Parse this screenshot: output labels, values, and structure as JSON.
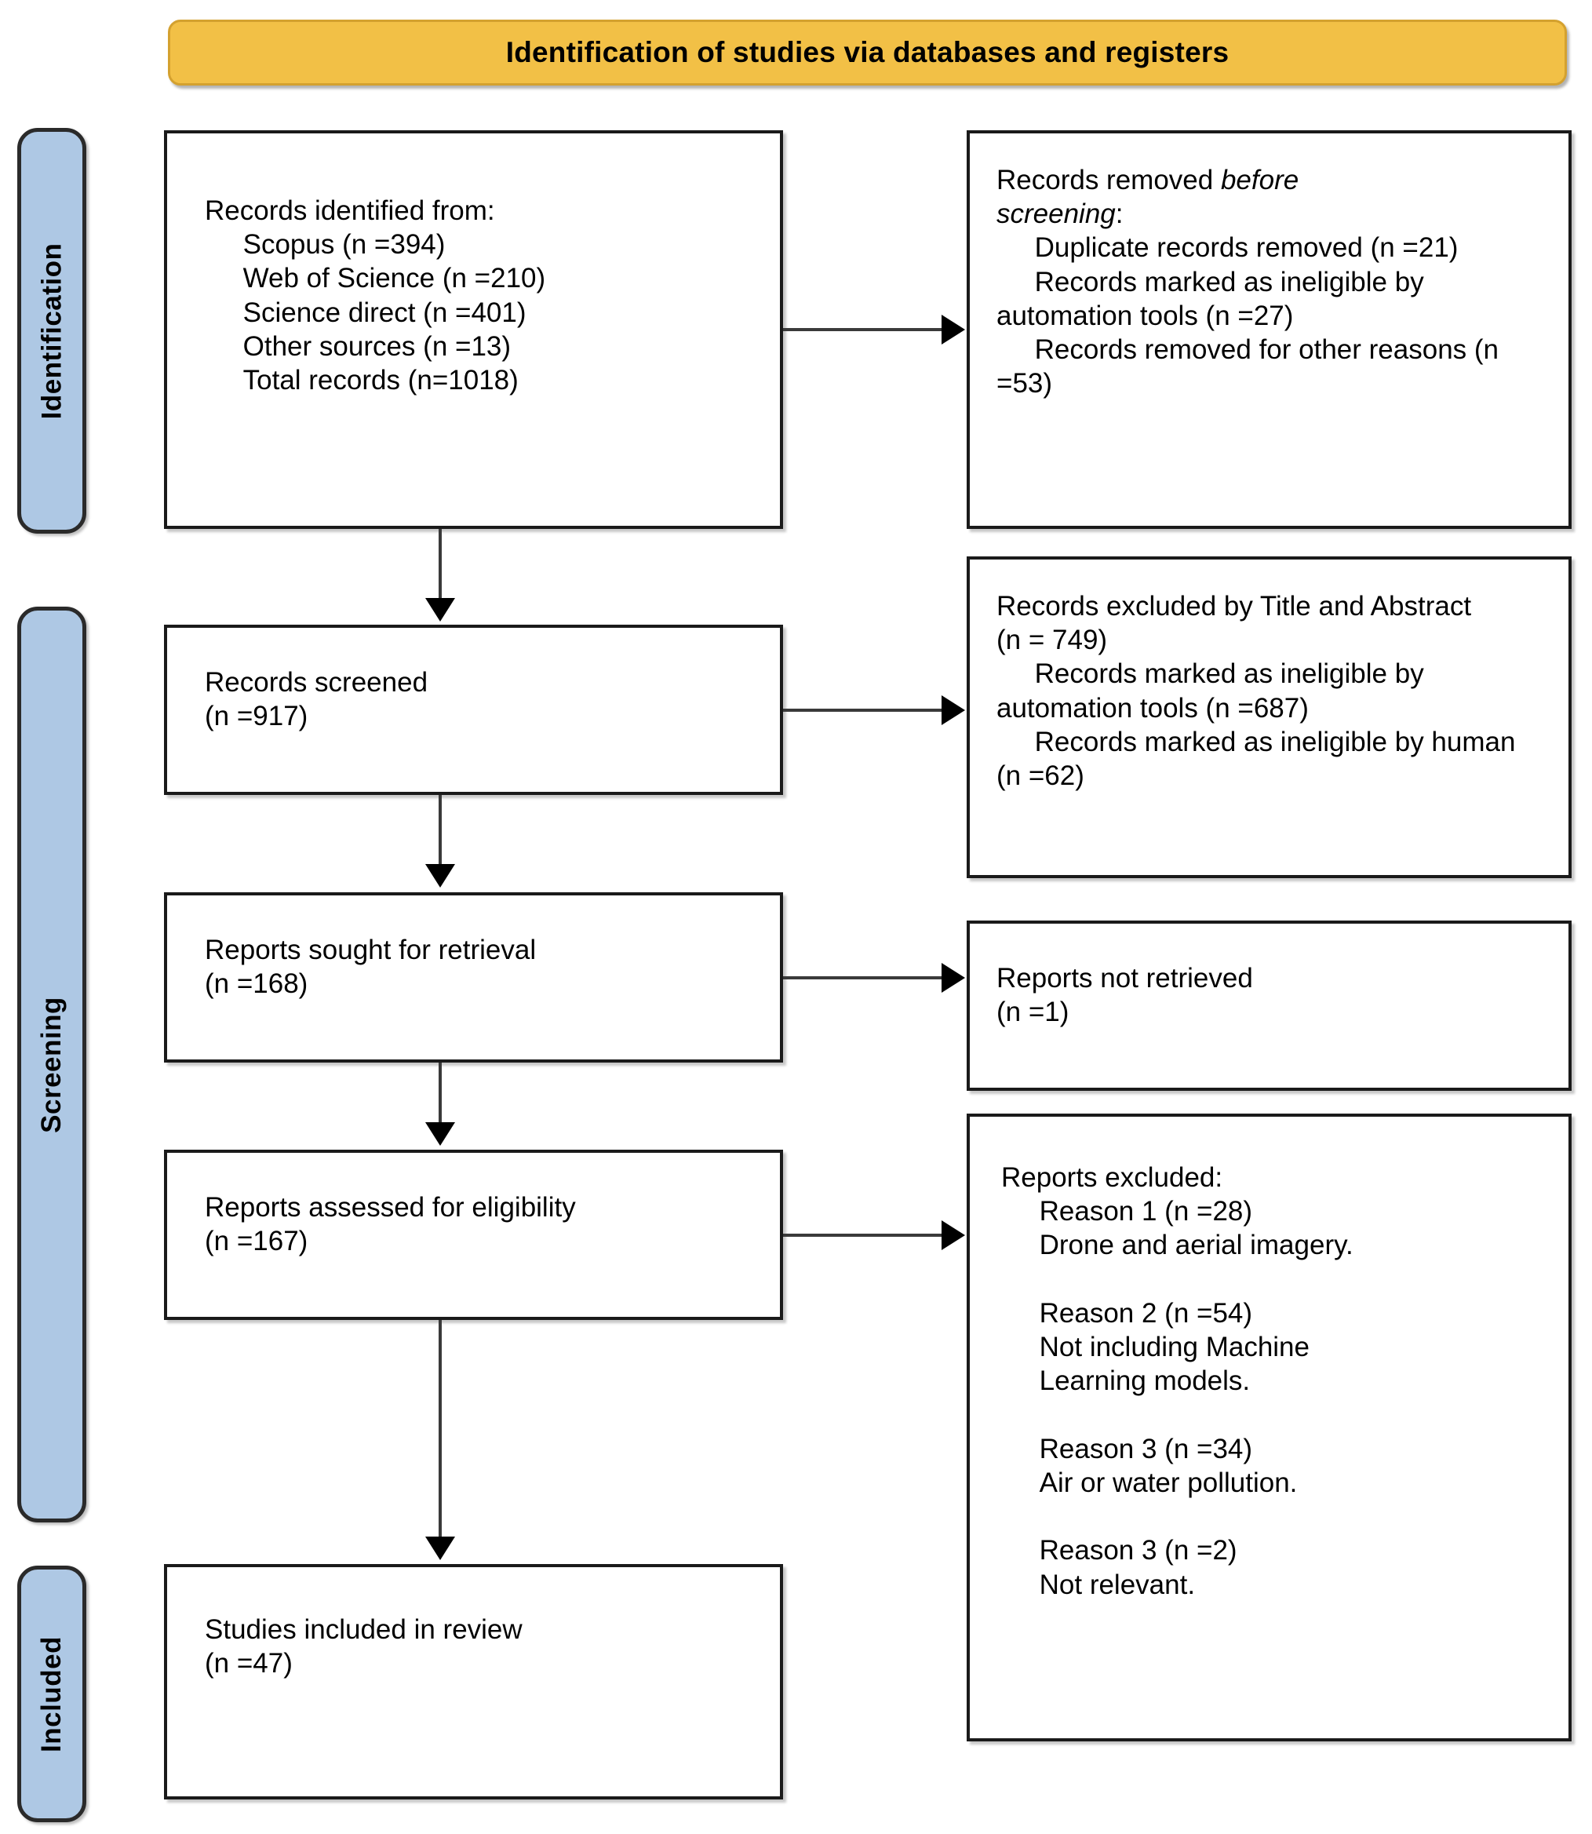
{
  "banner": {
    "title": "Identification of studies via databases and registers",
    "fill_color": "#f2c046",
    "border_color": "#d4a12f"
  },
  "stages": {
    "fill_color": "#aec8e4",
    "border_color": "#2a2a2a",
    "identification": "Identification",
    "screening": "Screening",
    "included": "Included"
  },
  "boxes": {
    "identified": "Records identified from:\n     Scopus (n =394)\n     Web of Science (n =210)\n     Science direct (n =401)\n     Other sources (n =13)\n     Total records (n=1018)",
    "removed_before_screening_prefix": "Records removed ",
    "removed_before_screening_italic1": "before",
    "removed_before_screening_mid": "\n",
    "removed_before_screening_italic2": "screening",
    "removed_before_screening_rest": ":\n     Duplicate records removed (n =21)\n     Records marked as ineligible by automation tools (n =27)\n     Records removed for other reasons (n =53)",
    "screened": "Records screened\n(n =917)",
    "excluded_title_abstract": "Records excluded by Title and Abstract\n(n = 749)\n     Records marked as ineligible by automation tools (n =687)\n     Records marked as ineligible by human (n =62)",
    "sought": "Reports sought for retrieval\n(n =168)",
    "not_retrieved": "Reports not retrieved\n(n =1)",
    "assessed": "Reports assessed for eligibility\n(n =167)",
    "reports_excluded": "Reports excluded:\n     Reason 1 (n =28)\n     Drone and aerial imagery.\n\n     Reason 2 (n =54)\n     Not including Machine\n     Learning models.\n\n     Reason 3 (n =34)\n     Air or water pollution.\n\n     Reason 3 (n =2)\n     Not relevant.",
    "studies_included": "Studies included in review\n(n =47)"
  },
  "counts": {
    "scopus": 394,
    "web_of_science": 210,
    "science_direct": 401,
    "other_sources": 13,
    "total_records": 1018,
    "duplicates_removed": 21,
    "ineligible_automation_pre": 27,
    "removed_other_reasons": 53,
    "records_screened": 917,
    "excluded_title_abstract": 749,
    "ineligible_automation_screen": 687,
    "ineligible_human": 62,
    "reports_sought": 168,
    "reports_not_retrieved": 1,
    "reports_assessed": 167,
    "reason1": 28,
    "reason2": 54,
    "reason3a": 34,
    "reason3b": 2,
    "studies_included": 47
  }
}
